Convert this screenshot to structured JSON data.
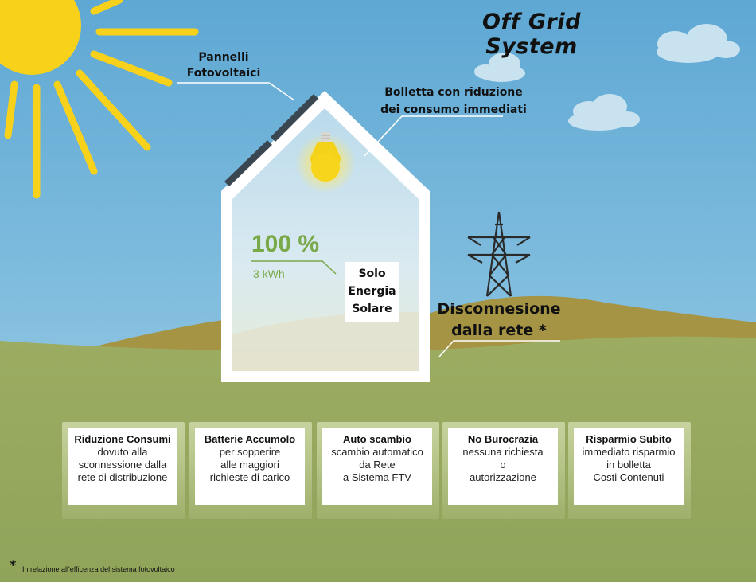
{
  "title": "Off Grid System",
  "labels": {
    "panels_line1": "Pannelli",
    "panels_line2": "Fotovoltaici",
    "bill_line1": "Bolletta con riduzione",
    "bill_line2": "dei consumo immediati",
    "percent": "100 %",
    "energy": "3 kWh",
    "solo_line1": "Solo",
    "solo_line2": "Energia",
    "solo_line3": "Solare",
    "disc_line1": "Disconnesione",
    "disc_line2": "dalla rete *"
  },
  "cards": [
    {
      "title": "Riduzione Consumi",
      "lines": [
        "dovuto alla",
        "sconnessione dalla",
        "rete di distribuzione"
      ]
    },
    {
      "title": "Batterie Accumolo",
      "lines": [
        "per sopperire",
        "alle maggiori",
        "richieste di carico"
      ]
    },
    {
      "title": "Auto scambio",
      "lines": [
        "scambio automatico",
        "da Rete",
        "a Sistema FTV"
      ]
    },
    {
      "title": "No Burocrazia",
      "lines": [
        "nessuna richiesta",
        "o",
        "autorizzazione"
      ]
    },
    {
      "title": "Risparmio Subito",
      "lines": [
        "immediato risparmio",
        "in bolletta",
        "Costi Contenuti"
      ]
    }
  ],
  "footnote": {
    "star": "*",
    "text": "In relazione all'efficenza del sistema fotovoltaico"
  },
  "colors": {
    "sky_top": "#5ea8d4",
    "sky_bottom": "#a8d4e8",
    "grass": "#95a85c",
    "hill": "#a09040",
    "sun": "#f7d11a",
    "accent_green": "#7aa94a"
  }
}
